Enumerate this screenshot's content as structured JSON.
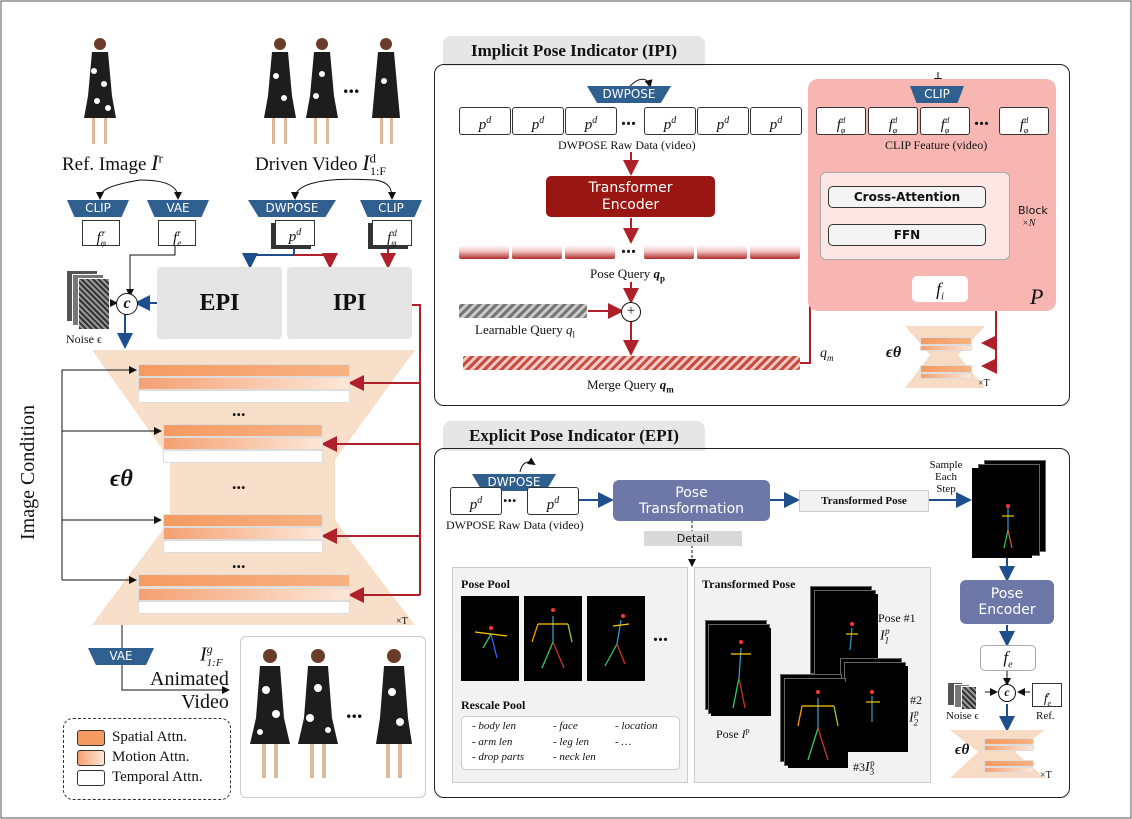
{
  "left": {
    "ref_image_label": "Ref. Image",
    "ref_image_sym": "I",
    "ref_image_sup": "r",
    "driven_video_label": "Driven Video",
    "driven_video_sym": "I",
    "driven_video_sup": "d",
    "driven_video_sub": "1:F",
    "clip": "CLIP",
    "vae": "VAE",
    "dwpose": "DWPOSE",
    "f_phi_r": "f",
    "f_phi_r_sub": "φ",
    "f_phi_r_sup": "r",
    "f_e_r": "f",
    "f_e_r_sub": "e",
    "f_e_r_sup": "r",
    "pd": "p",
    "pd_sup": "d",
    "f_phi_d": "f",
    "f_phi_d_sub": "φ",
    "f_phi_d_sup": "d",
    "noise_label": "Noise ϵ",
    "concat": "c",
    "epi": "EPI",
    "ipi": "IPI",
    "image_condition": "Image Condition",
    "eps_theta": "ϵθ",
    "dots": "...",
    "times_t": "×T",
    "vae_bottom": "VAE",
    "out_sym": "I",
    "out_sup": "g",
    "out_sub": "1:F",
    "animated_video": "Animated",
    "animated_video2": "Video",
    "ellipsis": "..."
  },
  "legend": {
    "spatial": "Spatial Attn.",
    "motion": "Motion Attn.",
    "temporal": "Temporal Attn."
  },
  "ipi": {
    "title": "Implicit Pose Indicator (IPI)",
    "dwpose": "DWPOSE",
    "raw_caption": "DWPOSE Raw Data (video)",
    "transformer": "Transformer",
    "encoder": "Encoder",
    "pose_query": "Pose Query",
    "pose_query_sym": "q",
    "pose_query_sub": "p",
    "learnable_query": "Learnable Query",
    "learnable_sym": "q",
    "learnable_sub": "l",
    "merge_query": "Merge Query",
    "merge_sym": "q",
    "merge_sub": "m",
    "qm_sym": "q",
    "qm_sub": "m",
    "clip": "CLIP",
    "clip_caption": "CLIP Feature (video)",
    "cross_attention": "Cross-Attention",
    "ffn": "FFN",
    "block": "Block",
    "block_n": "×N",
    "fi": "f",
    "fi_sub": "i",
    "P": "P",
    "eps_theta": "ϵθ",
    "times_t": "×T",
    "plus": "+",
    "dots": "...",
    "pd": "p",
    "pd_sup": "d",
    "fphi": "f",
    "fphi_sub": "φ",
    "fphi_sup": "d"
  },
  "epi": {
    "title": "Explicit Pose Indicator (EPI)",
    "dwpose": "DWPOSE",
    "raw_caption": "DWPOSE Raw Data (video)",
    "pose_transformation": "Pose",
    "pose_transformation2": "Transformation",
    "transformed_pose": "Transformed Pose",
    "sample": "Sample",
    "each": "Each",
    "step": "Step",
    "detail": "Detail",
    "pose_pool": "Pose Pool",
    "rescale_pool": "Rescale Pool",
    "rescale_items": [
      "- body len",
      "- face",
      "- location",
      "- arm len",
      "- leg len",
      "- …",
      "- drop parts",
      "- neck len"
    ],
    "transformed_pose_title": "Transformed Pose",
    "pose_ip": "Pose",
    "pose_ip_sym": "I",
    "pose_ip_sup": "p",
    "pose1": "Pose #1",
    "i1": "I",
    "i1_sub": "1",
    "i1_sup": "p",
    "n2": "#2",
    "i2": "I",
    "i2_sub": "2",
    "i2_sup": "p",
    "n3": "#3",
    "i3": "I",
    "i3_sub": "3",
    "i3_sup": "p",
    "pose_encoder": "Pose",
    "pose_encoder2": "Encoder",
    "fe": "f",
    "fe_sub": "e",
    "noise": "Noise ϵ",
    "concat": "c",
    "fe_r": "f",
    "fe_r_sub": "e",
    "fe_r_sup": "r",
    "ref": "Ref.",
    "eps_theta": "ϵθ",
    "times_t": "×T",
    "dots": "...",
    "pool_dots": "...",
    "pd": "p",
    "pd_sup": "d"
  }
}
